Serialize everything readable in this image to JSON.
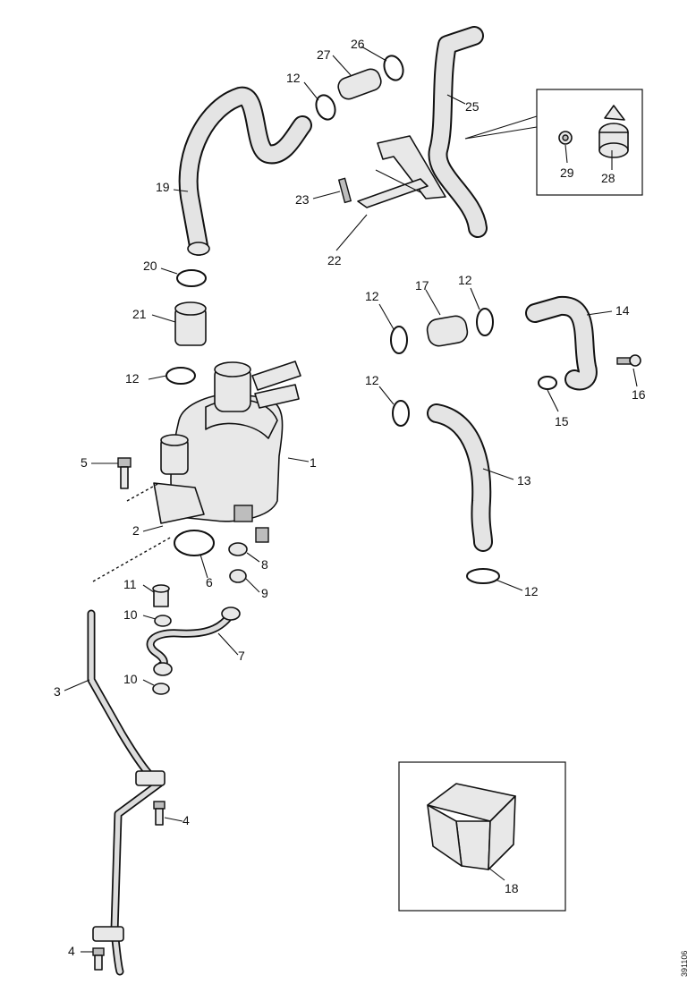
{
  "callouts": [
    {
      "id": "c1",
      "text": "1"
    },
    {
      "id": "c2",
      "text": "2"
    },
    {
      "id": "c3",
      "text": "3"
    },
    {
      "id": "c4a",
      "text": "4"
    },
    {
      "id": "c4b",
      "text": "4"
    },
    {
      "id": "c5",
      "text": "5"
    },
    {
      "id": "c6",
      "text": "6"
    },
    {
      "id": "c7",
      "text": "7"
    },
    {
      "id": "c8",
      "text": "8"
    },
    {
      "id": "c9",
      "text": "9"
    },
    {
      "id": "c10a",
      "text": "10"
    },
    {
      "id": "c10b",
      "text": "10"
    },
    {
      "id": "c11",
      "text": "11"
    },
    {
      "id": "c12a",
      "text": "12"
    },
    {
      "id": "c12b",
      "text": "12"
    },
    {
      "id": "c12c",
      "text": "12"
    },
    {
      "id": "c12d",
      "text": "12"
    },
    {
      "id": "c12e",
      "text": "12"
    },
    {
      "id": "c12f",
      "text": "12"
    },
    {
      "id": "c13",
      "text": "13"
    },
    {
      "id": "c14",
      "text": "14"
    },
    {
      "id": "c15",
      "text": "15"
    },
    {
      "id": "c16",
      "text": "16"
    },
    {
      "id": "c17",
      "text": "17"
    },
    {
      "id": "c18",
      "text": "18"
    },
    {
      "id": "c19",
      "text": "19"
    },
    {
      "id": "c20",
      "text": "20"
    },
    {
      "id": "c21",
      "text": "21"
    },
    {
      "id": "c22",
      "text": "22"
    },
    {
      "id": "c23",
      "text": "23"
    },
    {
      "id": "c25",
      "text": "25"
    },
    {
      "id": "c26",
      "text": "26"
    },
    {
      "id": "c27",
      "text": "27"
    },
    {
      "id": "c28",
      "text": "28"
    },
    {
      "id": "c29",
      "text": "29"
    }
  ],
  "drawing_number": "391106"
}
